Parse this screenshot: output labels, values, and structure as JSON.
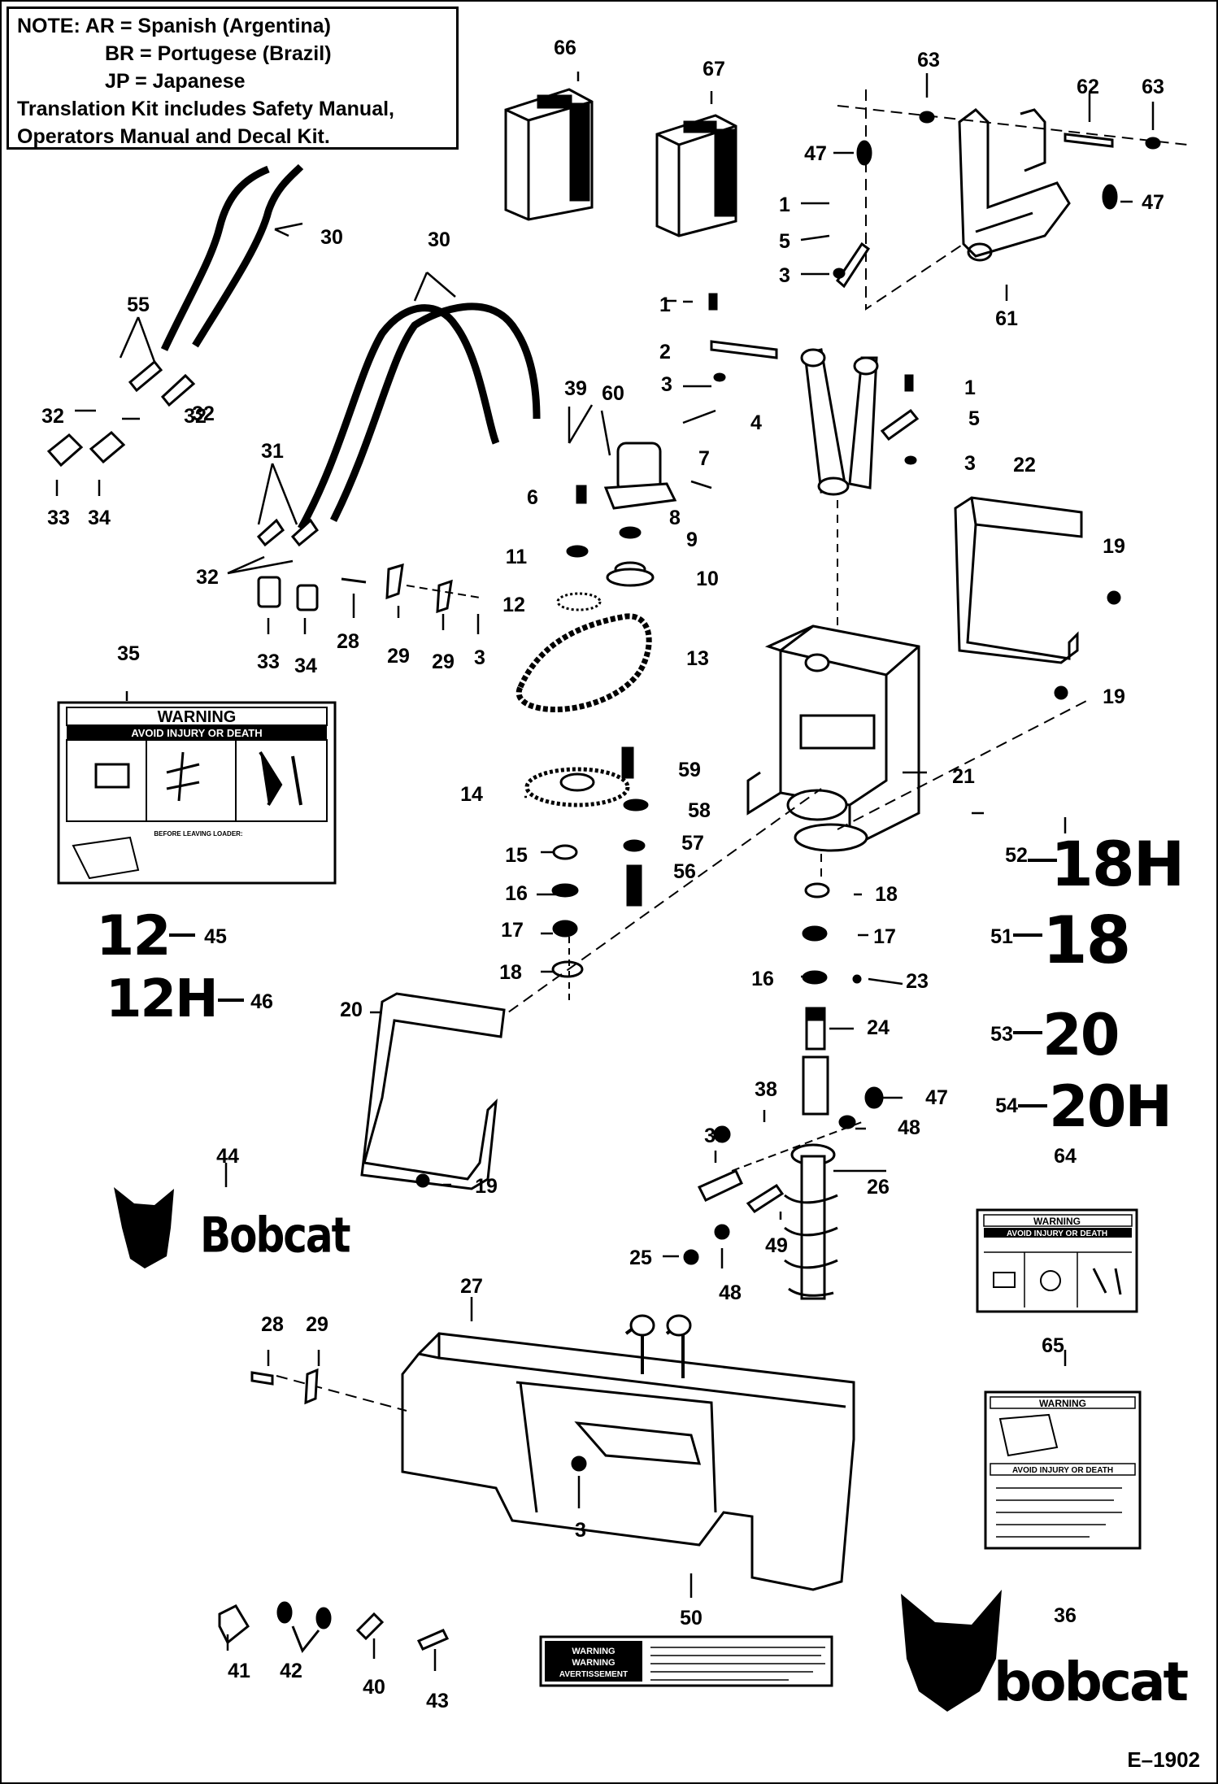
{
  "note": {
    "lines": [
      "NOTE:   AR = Spanish (Argentina)",
      "BR = Portugese (Brazil)",
      "JP =  Japanese",
      "Translation Kit includes Safety Manual,",
      "Operators Manual and Decal Kit."
    ]
  },
  "callouts": [
    "1",
    "2",
    "3",
    "4",
    "5",
    "6",
    "7",
    "8",
    "9",
    "10",
    "11",
    "12",
    "13",
    "14",
    "15",
    "16",
    "17",
    "18",
    "19",
    "20",
    "21",
    "22",
    "23",
    "24",
    "25",
    "26",
    "27",
    "28",
    "29",
    "30",
    "31",
    "32",
    "33",
    "34",
    "35",
    "36",
    "37",
    "38",
    "39",
    "40",
    "41",
    "42",
    "43",
    "44",
    "45",
    "46",
    "47",
    "48",
    "49",
    "50",
    "51",
    "52",
    "53",
    "54",
    "55",
    "56",
    "57",
    "58",
    "59",
    "60",
    "61",
    "62",
    "63",
    "64",
    "65",
    "66",
    "67"
  ],
  "model_decals": {
    "d45": "12",
    "d46": "12H",
    "d51": "18",
    "d52": "18H",
    "d53": "20",
    "d54": "20H"
  },
  "decal_35": {
    "header": "WARNING",
    "subheader": "AVOID INJURY OR DEATH",
    "footer": "BEFORE LEAVING LOADER:"
  },
  "decal_64": {
    "header": "WARNING",
    "subheader": "AVOID INJURY OR DEATH"
  },
  "decal_65": {
    "header": "WARNING",
    "subheader": "AVOID INJURY OR DEATH"
  },
  "decal_50": {
    "words": [
      "WARNING",
      "WARNING",
      "AVERTISSEMENT"
    ]
  },
  "logos": {
    "bobcat_44": "Bobcat",
    "bobcat_36": "bobcat"
  },
  "figure_number": "E–1902"
}
